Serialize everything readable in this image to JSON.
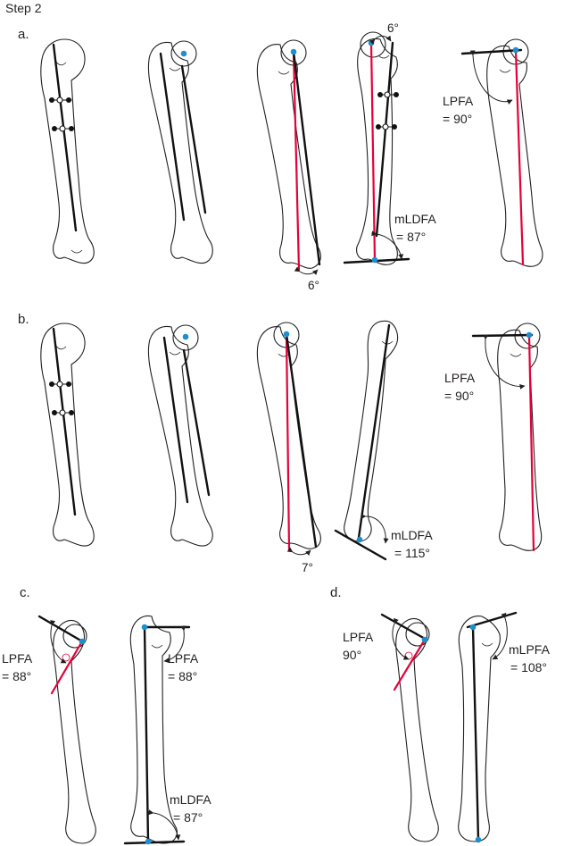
{
  "step_label": "Step 2",
  "panels": {
    "a": "a.",
    "b": "b.",
    "c": "c.",
    "d": "d."
  },
  "angles": {
    "a_neck_angle": "6°",
    "a_shaft_angle": "6°",
    "a_mldfa_name": "mLDFA",
    "a_mldfa_value": "= 87°",
    "a_lpfa_name": "LPFA",
    "a_lpfa_value": "= 90°",
    "b_shaft_angle": "7°",
    "b_mldfa_name": "mLDFA",
    "b_mldfa_value": "= 115°",
    "b_lpfa_name": "LPFA",
    "b_lpfa_value": "= 90°",
    "c_lpfa1_name": "LPFA",
    "c_lpfa1_value": "= 88°",
    "c_lpfa2_name": "LPFA",
    "c_lpfa2_value": "= 88°",
    "c_mldfa_name": "mLDFA",
    "c_mldfa_value": "= 87°",
    "d_lpfa_name": "LPFA",
    "d_lpfa_value": "90°",
    "d_mlpfa_name": "mLPFA",
    "d_mlpfa_value": "= 108°"
  },
  "colors": {
    "anatomic_axis": "#111111",
    "mechanical_axis": "#e5003a",
    "landmark_point": "#1d8fd0"
  }
}
